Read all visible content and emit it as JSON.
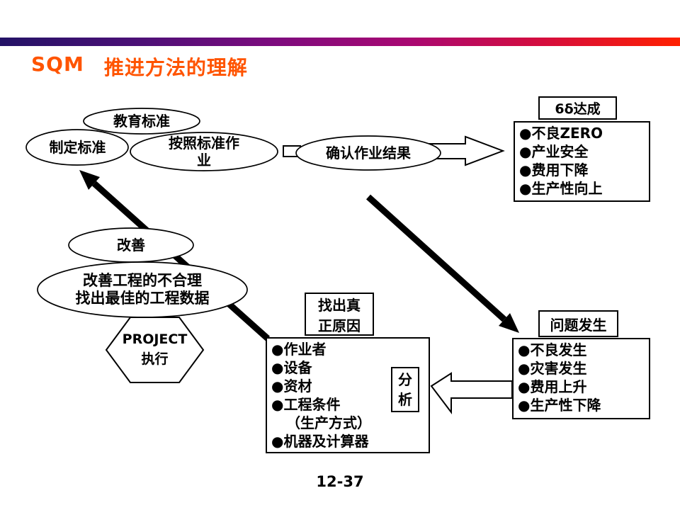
{
  "title": {
    "prefix": "SQM",
    "text": "推进方法的理解"
  },
  "flow": {
    "edu_standard": "教育标准",
    "make_standard": "制定标准",
    "follow_standard": "按照标准作\n业",
    "confirm_result": "确认作业结果",
    "kaizen": "改善",
    "kaizen_detail": "改善工程的不合理\n找出最佳的工程数据",
    "project": "PROJECT\n执行"
  },
  "good_outcome": {
    "header": "6δ达成",
    "items": [
      "●不良ZERO",
      "●产业安全",
      "●费用下降",
      "●生产性向上"
    ]
  },
  "problem": {
    "header": "问题发生",
    "items": [
      "●不良发生",
      "●灾害发生",
      "●费用上升",
      "●生产性下降"
    ]
  },
  "root_cause": {
    "header": "找出真\n正原因",
    "items": [
      "●作业者",
      "●设备",
      "●资材",
      "●工程条件",
      "（生产方式）",
      "●机器及计算器"
    ],
    "analysis": "分\n析"
  },
  "page_number": "12-37",
  "colors": {
    "title_text": "#ff5400",
    "bar_gradient_left": "#231266",
    "bar_gradient_mid": "#a80872",
    "bar_gradient_right": "#ff2000",
    "shape_stroke": "#000000",
    "shape_fill": "#ffffff"
  }
}
